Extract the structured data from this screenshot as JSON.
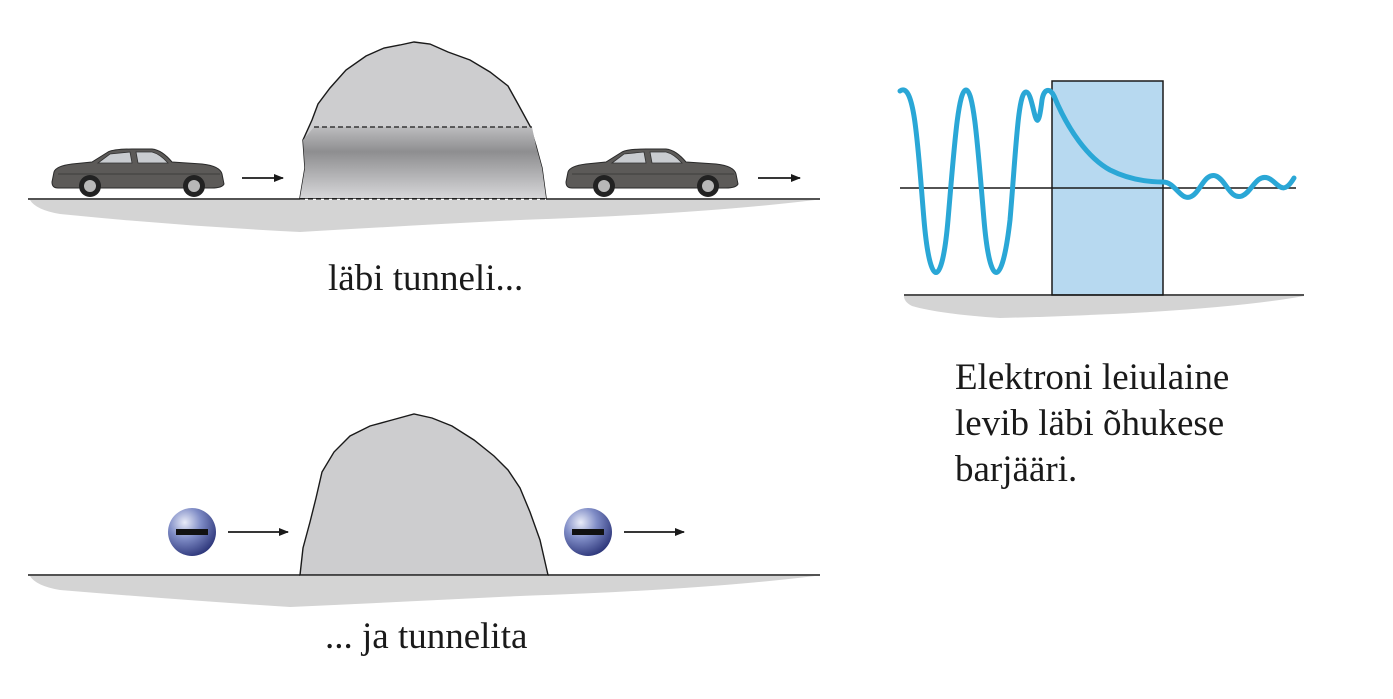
{
  "captions": {
    "tunnel": "läbi tunneli...",
    "no_tunnel": "... ja tunnelita",
    "wave_lines": [
      "Elektroni leiulaine",
      "levib läbi õhukese",
      "barjääri."
    ]
  },
  "colors": {
    "ground_shadow": "#d4d4d4",
    "hill": "#cdcdcf",
    "car_body": "#5c5a58",
    "wave": "#2aa7d6",
    "barrier": "#b7d9f0",
    "electron": "#4a5aa0"
  }
}
